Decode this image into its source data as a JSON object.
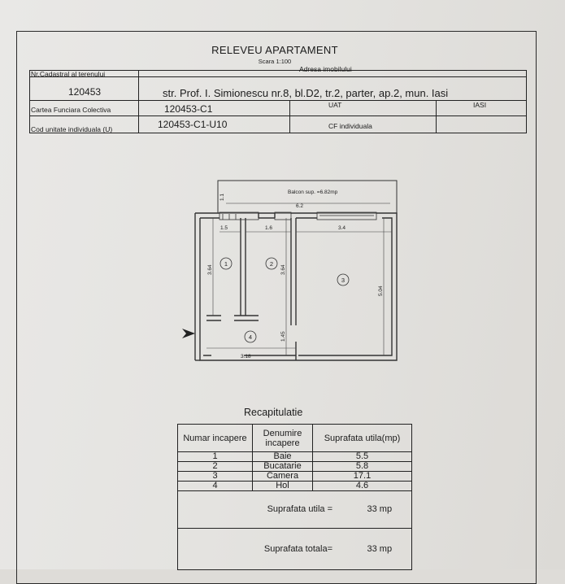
{
  "document": {
    "title": "RELEVEU APARTAMENT",
    "scale": "Scara 1:100"
  },
  "header": {
    "nr_cadastral_label": "Nr.Cadastral al terenului",
    "nr_cadastral_value": "120453",
    "adresa_label": "Adresa imobilului",
    "adresa_value": "str. Prof. I. Simionescu nr.8, bl.D2, tr.2, parter, ap.2, mun. Iasi",
    "carte_label": "Cartea Funciara Colectiva",
    "carte_value": "120453-C1",
    "uat_label": "UAT",
    "uat_value": "IASI",
    "cod_label": "Cod unitate individuala (U)",
    "cod_value": "120453-C1-U10",
    "cf_label": "CF individuala"
  },
  "plan": {
    "balcon_label": "Balcon  sup. =6.82mp",
    "dimensions": [
      "1.1",
      "6.2",
      "1.5",
      "1.6",
      "3.4",
      "3.64",
      "3.64",
      "5.04",
      "1.45",
      "3.18"
    ],
    "room_numbers": [
      "1",
      "2",
      "3",
      "4"
    ]
  },
  "summary": {
    "title": "Recapitulatie",
    "headers": [
      "Numar incapere",
      "Denumire incapere",
      "Suprafata utila(mp)"
    ],
    "rows": [
      {
        "nr": "1",
        "name": "Baie",
        "area": "5.5"
      },
      {
        "nr": "2",
        "name": "Bucatarie",
        "area": "5.8"
      },
      {
        "nr": "3",
        "name": "Camera",
        "area": "17.1"
      },
      {
        "nr": "4",
        "name": "Hol",
        "area": "4.6"
      }
    ],
    "util_label": "Suprafata utila =",
    "util_value": "33 mp",
    "total_label": "Suprafata totala=",
    "total_value": "33 mp"
  }
}
